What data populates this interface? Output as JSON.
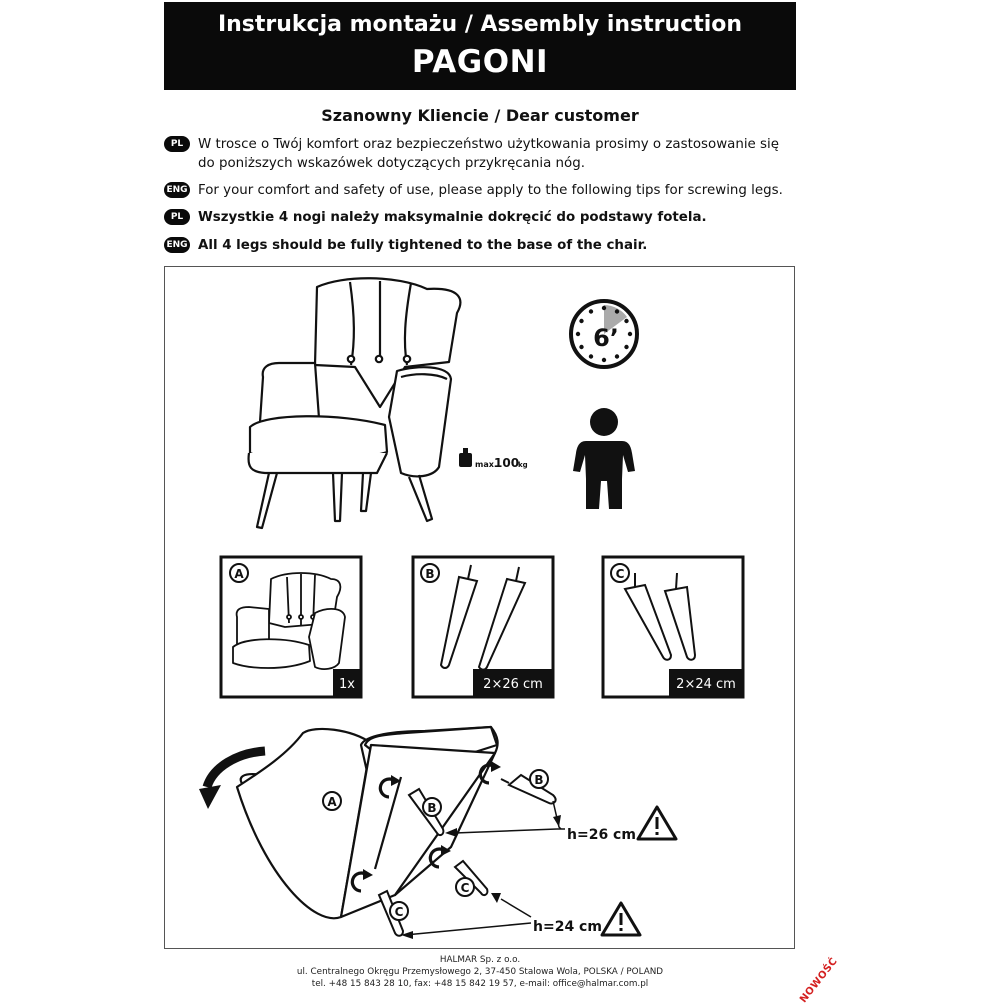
{
  "header": {
    "title": "Instrukcja montażu / Assembly instruction",
    "product": "PAGONI"
  },
  "greeting": "Szanowny Kliencie / Dear customer",
  "paragraphs": [
    {
      "lang": "PL",
      "text": "W trosce o Twój komfort oraz bezpieczeństwo użytkowania prosimy o zastosowanie się do poniższych wskazówek dotyczących przykręcania nóg."
    },
    {
      "lang": "ENG",
      "text": "For your comfort and safety of use, please apply to the following tips for screwing legs."
    },
    {
      "lang": "PL",
      "text": "Wszystkie 4 nogi należy maksymalnie dokręcić do podstawy fotela."
    },
    {
      "lang": "ENG",
      "text": "All 4 legs should be fully tightened to the base of the chair."
    }
  ],
  "load": {
    "prefix": "max.",
    "value": "100",
    "unit": "kg"
  },
  "time": {
    "label": "6’"
  },
  "parts": [
    {
      "letter": "A",
      "qty": "1x"
    },
    {
      "letter": "B",
      "qty": "2×26 cm"
    },
    {
      "letter": "C",
      "qty": "2×24 cm"
    }
  ],
  "assembly": {
    "label_a": "A",
    "label_b": "B",
    "label_c": "C",
    "height_b": "h=26 cm",
    "height_c": "h=24 cm"
  },
  "footer": {
    "company": "HALMAR Sp. z o.o.",
    "address": "ul. Centralnego Okręgu Przemysłowego 2, 37-450 Stalowa Wola, POLSKA / POLAND",
    "contact": "tel. +48 15 843 28 10, fax: +48 15 842 19 57, e-mail: office@halmar.com.pl"
  },
  "stamp": "NOWOŚĆ"
}
